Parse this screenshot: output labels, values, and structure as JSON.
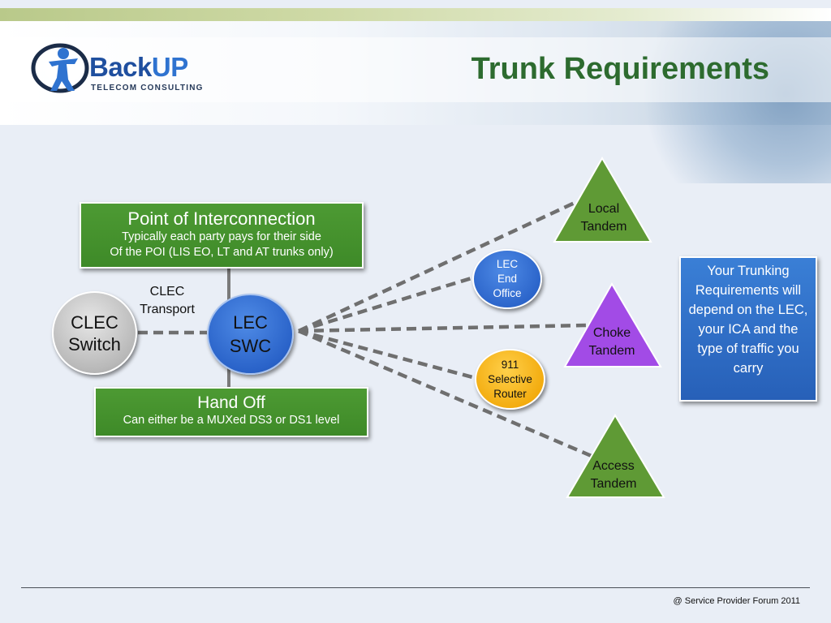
{
  "slide": {
    "title": "Trunk Requirements",
    "footer": "@ Service Provider Forum 2011"
  },
  "logo": {
    "brand_main": "Back",
    "brand_accent": "UP",
    "tagline": "TELECOM CONSULTING"
  },
  "diagram": {
    "poi": {
      "heading": "Point of Interconnection",
      "line1": "Typically each party pays for their side",
      "line2": "Of the POI (LIS EO, LT and AT trunks only)"
    },
    "handoff": {
      "heading": "Hand Off",
      "line1": "Can either be a MUXed DS3 or DS1 level"
    },
    "clec_switch": {
      "line1": "CLEC",
      "line2": "Switch"
    },
    "clec_transport": {
      "line1": "CLEC",
      "line2": "Transport"
    },
    "lec_swc": {
      "line1": "LEC",
      "line2": "SWC"
    },
    "lec_end_office": {
      "line1": "LEC",
      "line2": "End",
      "line3": "Office"
    },
    "selective_router": {
      "line1": "911",
      "line2": "Selective",
      "line3": "Router"
    },
    "local_tandem": {
      "line1": "Local",
      "line2": "Tandem"
    },
    "choke_tandem": {
      "line1": "Choke",
      "line2": "Tandem"
    },
    "access_tandem": {
      "line1": "Access",
      "line2": "Tandem"
    },
    "note": "Your Trunking Requirements will depend on the LEC, your ICA and the type of traffic you carry"
  },
  "colors": {
    "title": "#2d6b2f",
    "green_box": "#3e8a28",
    "lec_blue": "#2a63c9",
    "router_orange": "#f2aa0c",
    "tandem_green": "#5f9a35",
    "choke_purple": "#a24be6",
    "trunk_dash": "#6f6f6f"
  }
}
